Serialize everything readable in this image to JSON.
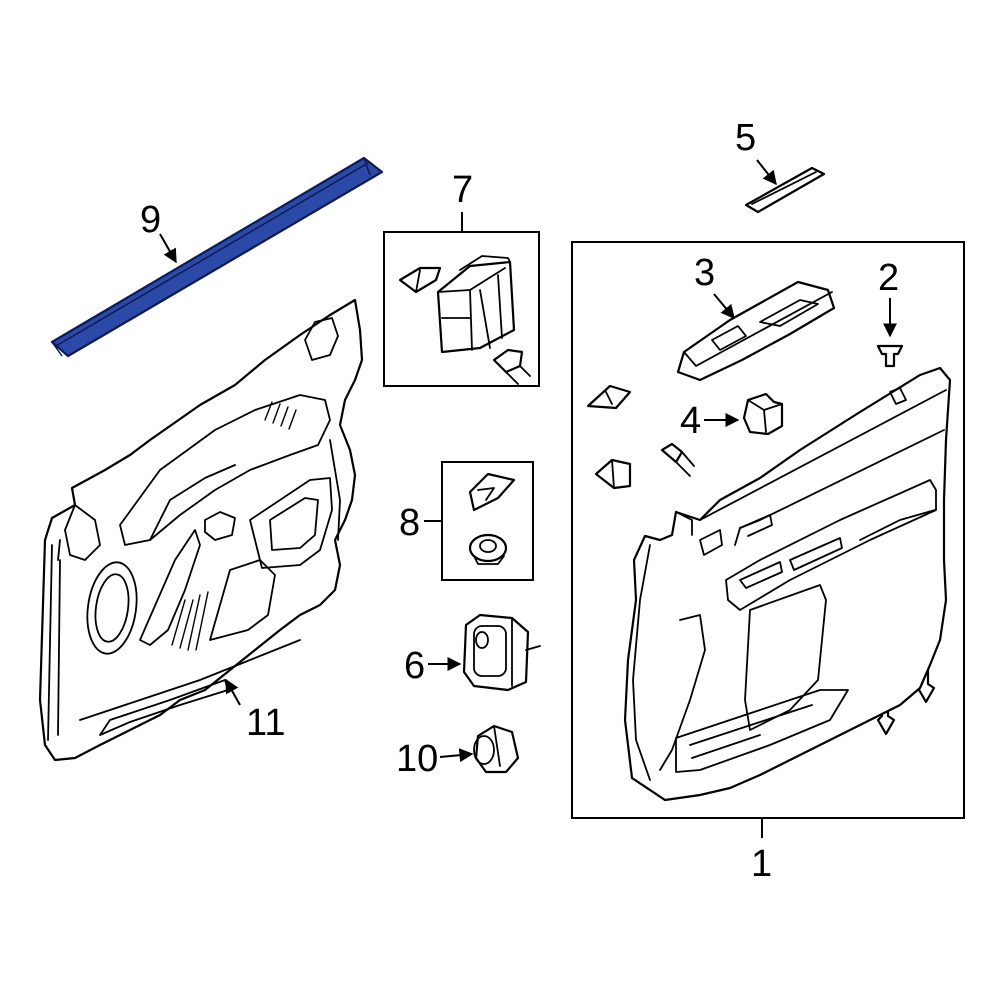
{
  "callouts": {
    "c1": "1",
    "c2": "2",
    "c3": "3",
    "c4": "4",
    "c5": "5",
    "c6": "6",
    "c7": "7",
    "c8": "8",
    "c9": "9",
    "c10": "10",
    "c11": "11"
  },
  "colors": {
    "highlight": "#2b4aa8",
    "line": "#000000",
    "background": "#ffffff"
  }
}
